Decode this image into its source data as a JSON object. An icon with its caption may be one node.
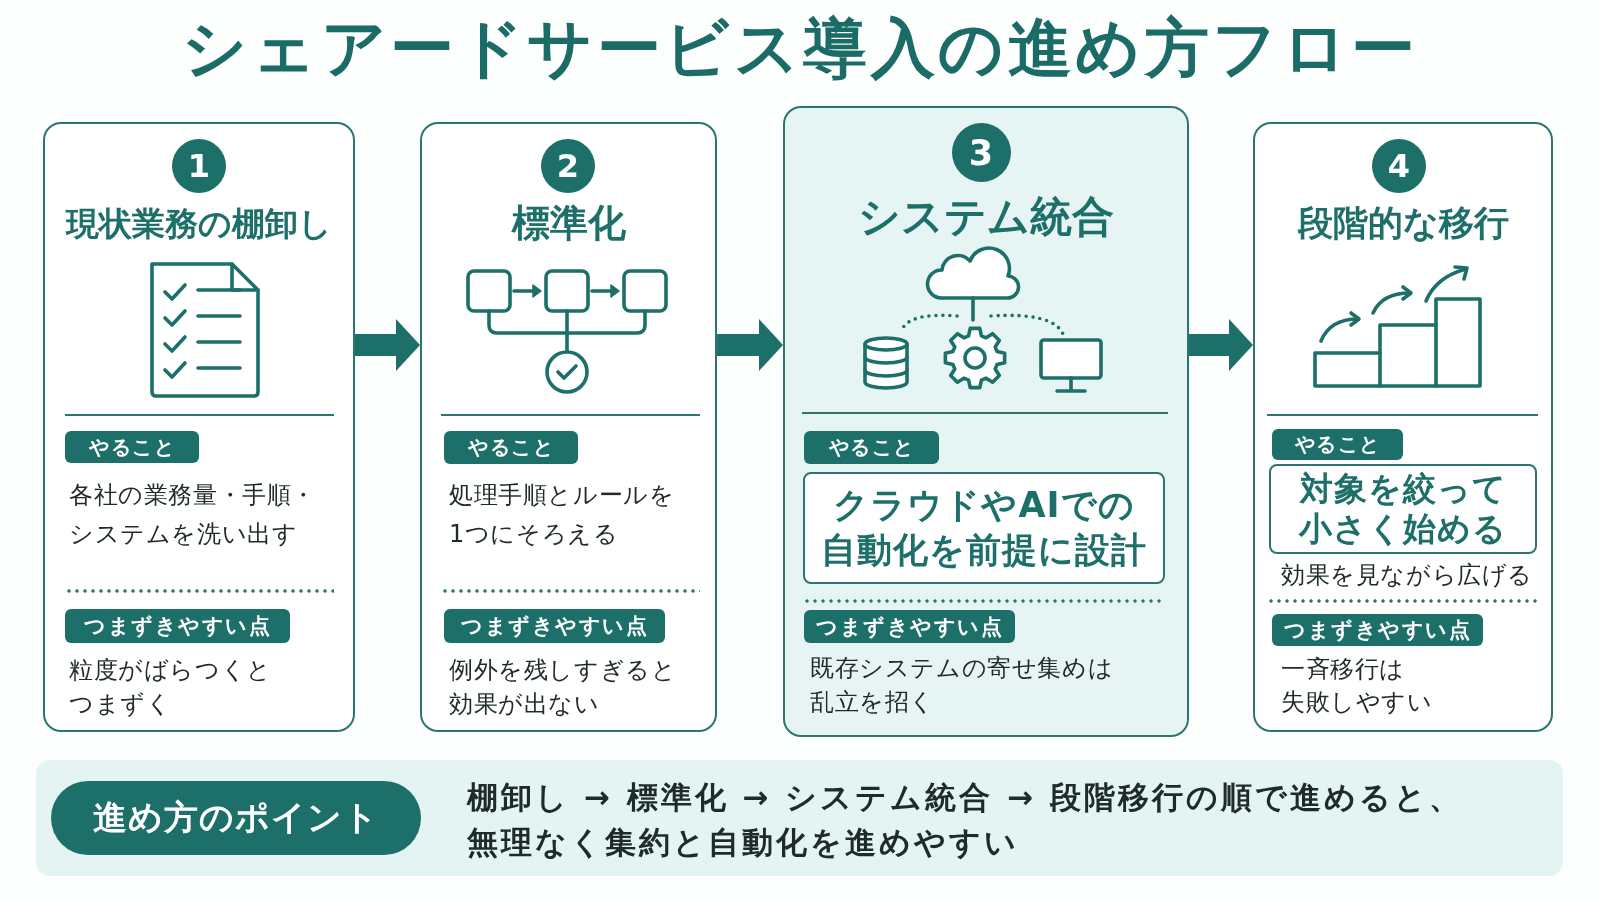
{
  "diagram": {
    "title": "シェアードサービス導入の進め方フロー",
    "nodes": [
      {
        "text": [
          "現状業務の棚卸し",
          "各社の業務量・手順・システムを洗い出す",
          "粒度がばらつくとつまずく"
        ]
      },
      {
        "text": [
          "1"
        ],
        "in": 0
      },
      {
        "text": [
          "やること"
        ],
        "in": 0
      },
      {
        "text": [
          "つまずきやすい点"
        ],
        "in": 0
      },
      {
        "text": [
          "標準化",
          "処理手順とルールを1つにそろえる",
          "例外を残しすぎると効果が出ない"
        ]
      },
      {
        "text": [
          "2"
        ],
        "in": 4
      },
      {
        "text": [
          "やること"
        ],
        "in": 4
      },
      {
        "text": [
          "つまずきやすい点"
        ],
        "in": 4
      },
      {
        "text": [
          "システム統合",
          "既存システムの寄せ集めは乱立を招く"
        ]
      },
      {
        "text": [
          "3"
        ],
        "in": 8
      },
      {
        "text": [
          "やること"
        ],
        "in": 8
      },
      {
        "text": [
          "クラウドやAIでの自動化を前提に設計"
        ],
        "in": 8
      },
      {
        "text": [
          "つまずきやすい点"
        ],
        "in": 8
      },
      {
        "text": [
          "段階的な移行",
          "効果を見ながら広げる",
          "一斉移行は失敗しやすい"
        ]
      },
      {
        "text": [
          "4"
        ],
        "in": 13
      },
      {
        "text": [
          "やること"
        ],
        "in": 13
      },
      {
        "text": [
          "対象を絞って小さく始める"
        ],
        "in": 13
      },
      {
        "text": [
          "つまずきやすい点"
        ],
        "in": 13
      },
      {
        "text": [
          "棚卸し → 標準化 → システム統合 → 段階移行の順で進めると、無理なく集約と自動化を進めやすい"
        ]
      },
      {
        "text": [
          "進め方のポイント"
        ],
        "in": 18
      }
    ],
    "edges": [
      {
        "from": 0,
        "to": 4,
        "arrow": "to"
      },
      {
        "from": 4,
        "to": 8,
        "arrow": "to"
      },
      {
        "from": 8,
        "to": 13,
        "arrow": "to"
      }
    ]
  }
}
